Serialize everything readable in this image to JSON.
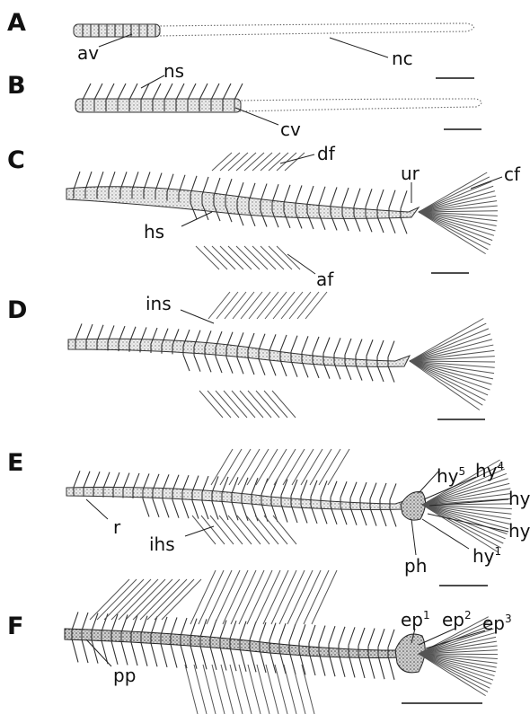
{
  "panels": [
    {
      "letter": "A",
      "labels": [
        {
          "text": "av"
        },
        {
          "text": "nc"
        }
      ]
    },
    {
      "letter": "B",
      "labels": [
        {
          "text": "ns"
        },
        {
          "text": "cv"
        }
      ]
    },
    {
      "letter": "C",
      "labels": [
        {
          "text": "df"
        },
        {
          "text": "ur"
        },
        {
          "text": "cf"
        },
        {
          "text": "hs"
        },
        {
          "text": "af"
        }
      ]
    },
    {
      "letter": "D",
      "labels": [
        {
          "text": "ins"
        }
      ]
    },
    {
      "letter": "E",
      "labels": [
        {
          "text": "hy",
          "sup": "5"
        },
        {
          "text": "hy",
          "sup": "4"
        },
        {
          "text": "hy"
        },
        {
          "text": "hy"
        },
        {
          "text": "hy",
          "sup": "1"
        },
        {
          "text": "r"
        },
        {
          "text": "ihs"
        },
        {
          "text": "ph"
        }
      ]
    },
    {
      "letter": "F",
      "labels": [
        {
          "text": "ep",
          "sup": "1"
        },
        {
          "text": "ep",
          "sup": "2"
        },
        {
          "text": "ep",
          "sup": "3"
        },
        {
          "text": "pp"
        }
      ]
    }
  ],
  "colors": {
    "ink": "#111111",
    "bone": "#333333",
    "stipple": "#d9d9d9"
  }
}
